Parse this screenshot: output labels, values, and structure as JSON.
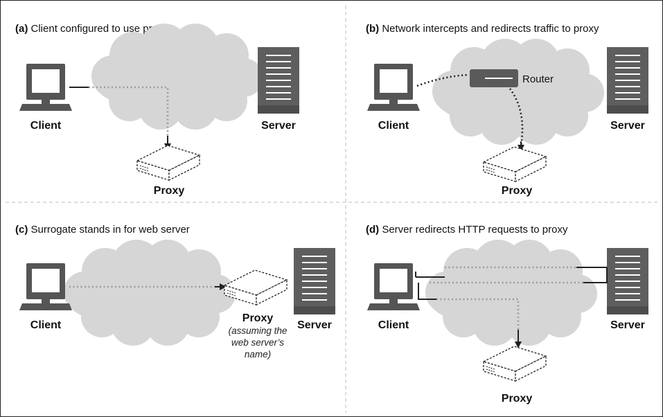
{
  "panels": {
    "a": {
      "tag": "(a)",
      "title": "Client configured to use proxy",
      "client": "Client",
      "server": "Server",
      "proxy": "Proxy"
    },
    "b": {
      "tag": "(b)",
      "title": "Network intercepts and redirects traffic to proxy",
      "client": "Client",
      "server": "Server",
      "proxy": "Proxy",
      "router": "Router"
    },
    "c": {
      "tag": "(c)",
      "title": "Surrogate stands in for web server",
      "client": "Client",
      "server": "Server",
      "proxy": "Proxy",
      "note": [
        "(assuming the",
        "web server’s",
        "name)"
      ]
    },
    "d": {
      "tag": "(d)",
      "title": "Server redirects HTTP requests to proxy",
      "client": "Client",
      "server": "Server",
      "proxy": "Proxy"
    }
  },
  "colors": {
    "cloud": "#d6d6d6",
    "device": "#555555",
    "text": "#111111"
  }
}
